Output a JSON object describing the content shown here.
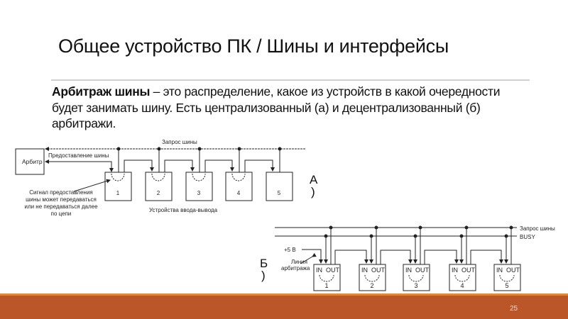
{
  "slide": {
    "title": "Общее устройство ПК / Шины и интерфейсы",
    "term": "Арбитраж шины",
    "definition": " – это распределение, какое из устройств в какой очередности будет занимать шину. Есть централизованный (а) и децентрализованный (б) арбитражи.",
    "page_number": "25"
  },
  "diagram_a": {
    "marker": "А",
    "marker_paren": ")",
    "arbiter": "Арбитр",
    "request_line": "Запрос шины",
    "grant_line": "Предоставление шины",
    "note": [
      "Сигнал предоставления",
      "шины может передаваться",
      "или не передаваться далее",
      "по цепи"
    ],
    "devices_caption": "Устройства ввода-вывода",
    "devices": [
      "1",
      "2",
      "3",
      "4",
      "5"
    ]
  },
  "diagram_b": {
    "marker": "Б",
    "marker_paren": ")",
    "request_line": "Запрос шины",
    "busy_line": "BUSY",
    "voltage": "+5 В",
    "arbitration_line": [
      "Линия",
      "арбитража"
    ],
    "in_label": "IN",
    "out_label": "OUT",
    "devices": [
      "1",
      "2",
      "3",
      "4",
      "5"
    ]
  },
  "colors": {
    "accent": "#e3892b",
    "band": "#bb5629"
  }
}
